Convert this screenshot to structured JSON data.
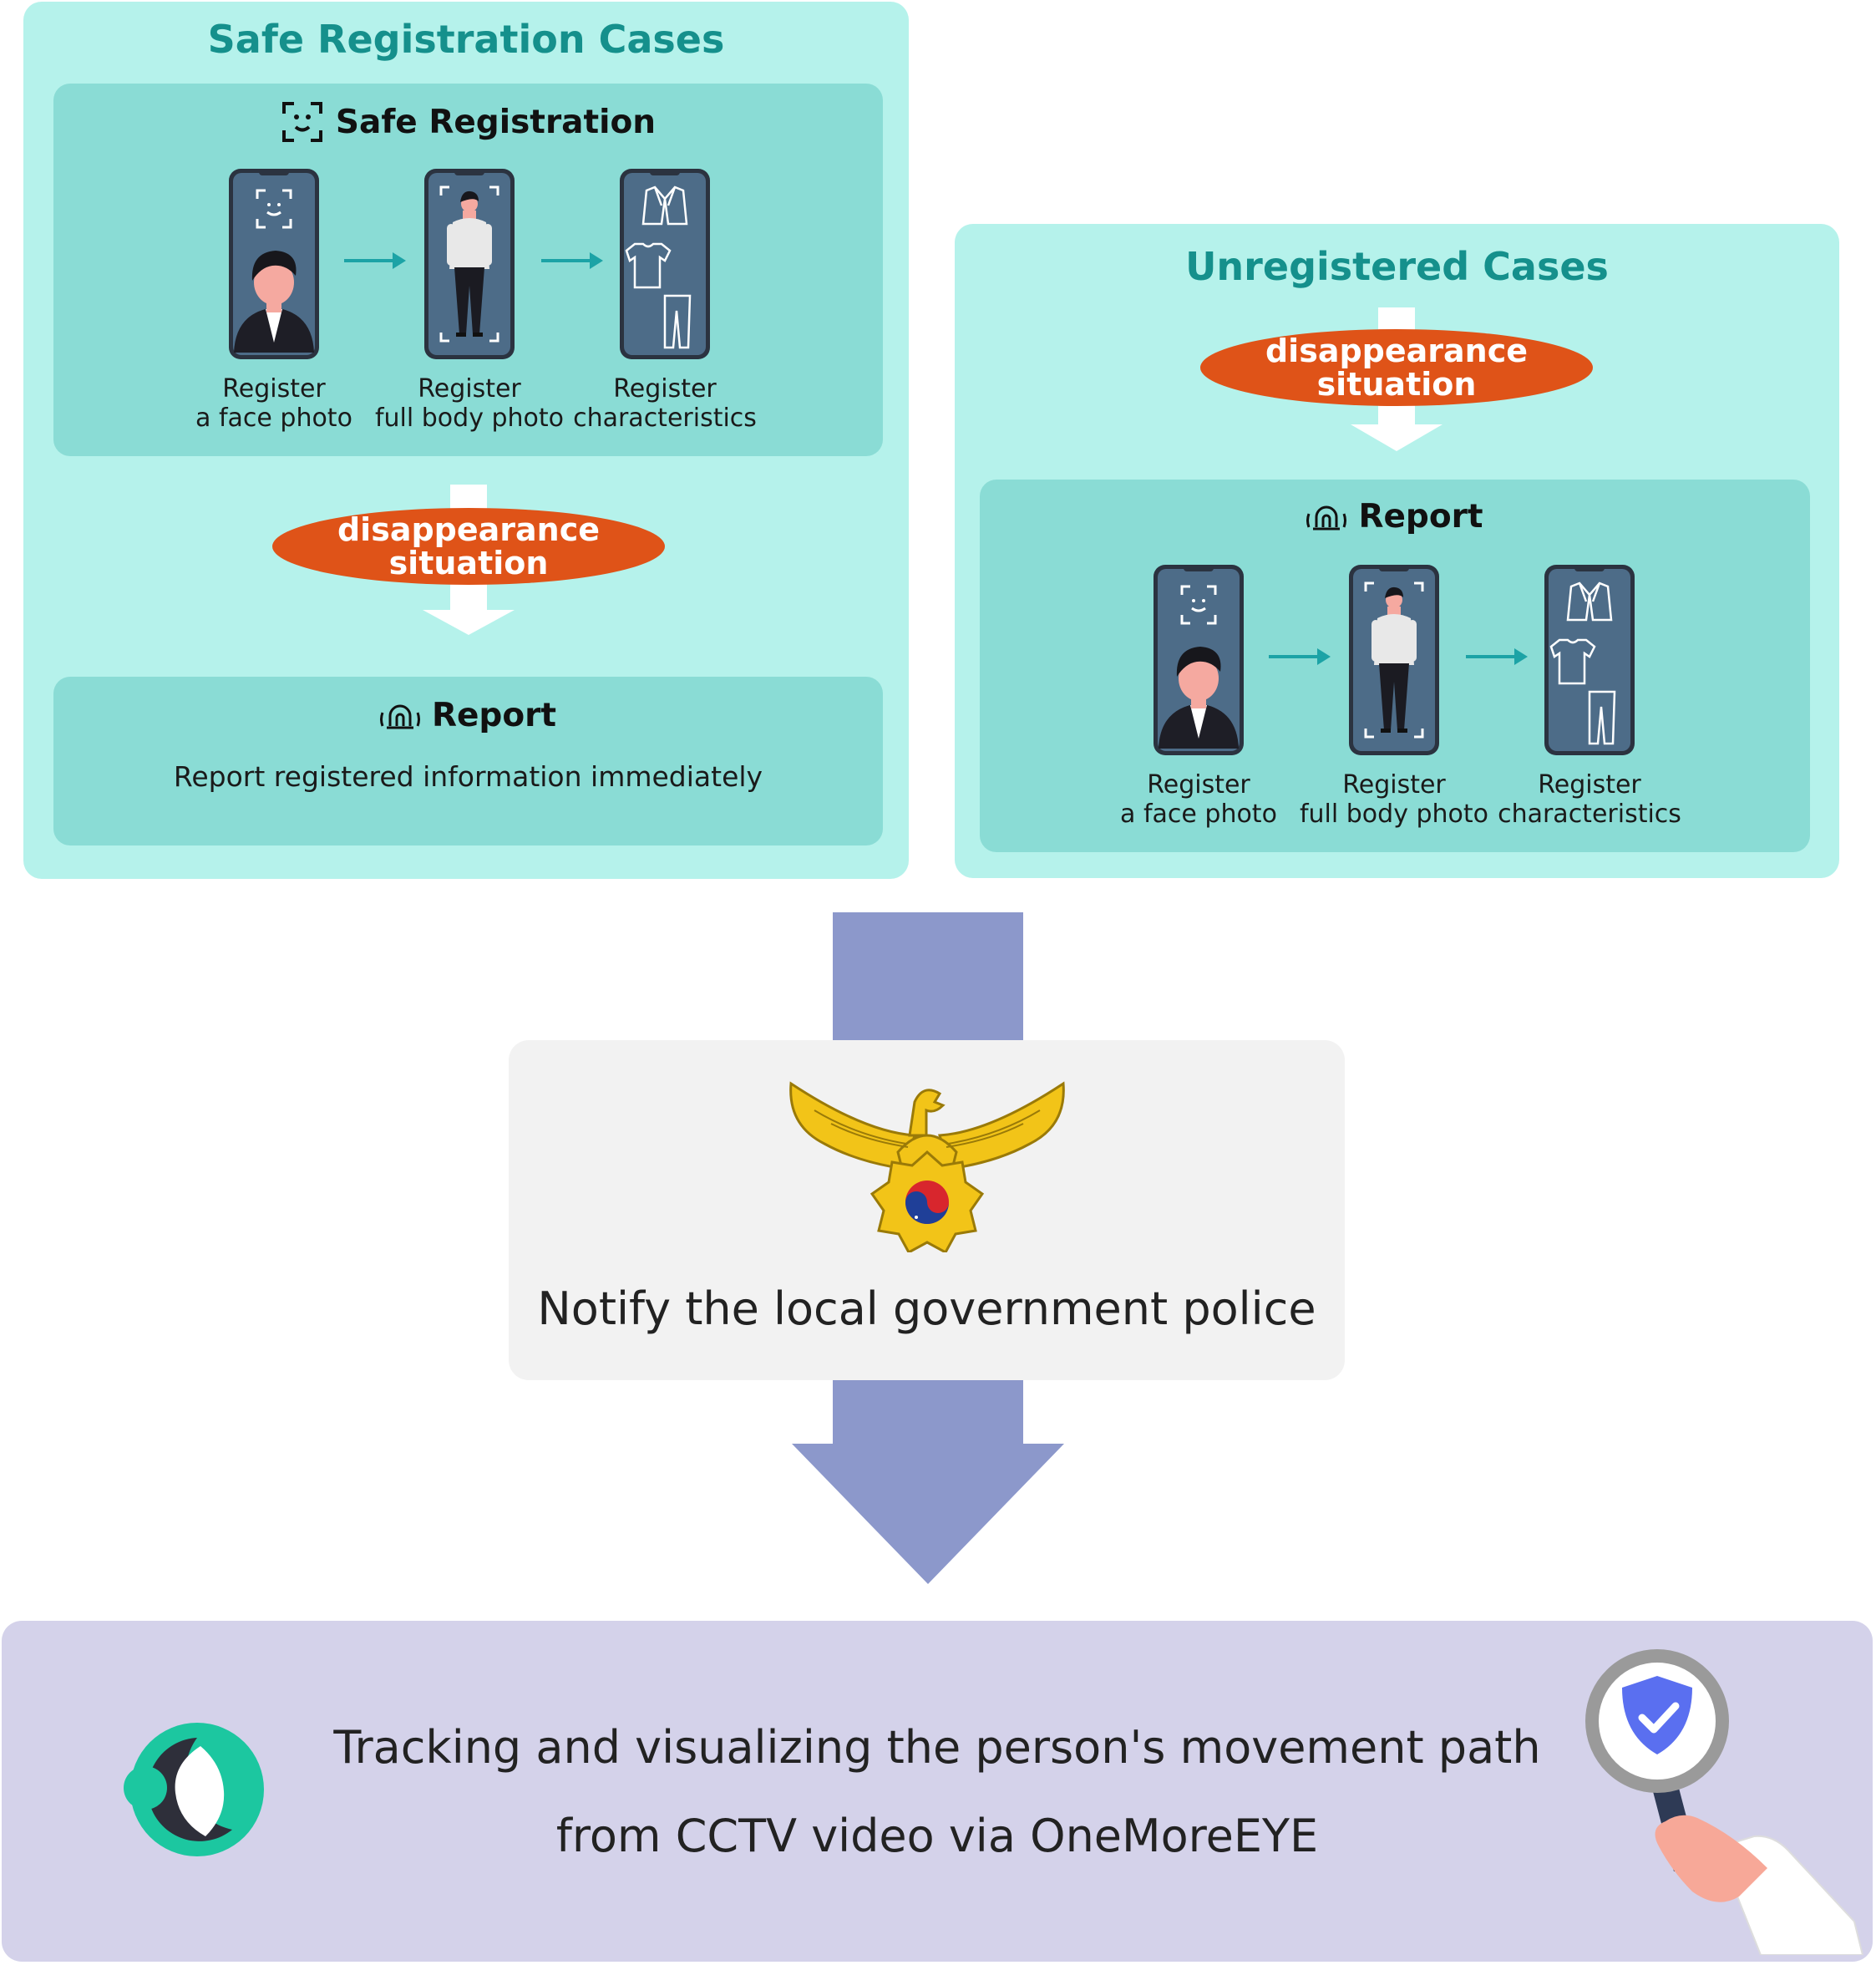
{
  "safe_panel": {
    "title": "Safe Registration Cases",
    "registration": {
      "title": "Safe Registration",
      "steps": [
        {
          "line1": "Register",
          "line2": "a face photo"
        },
        {
          "line1": "Register",
          "line2": "full body photo"
        },
        {
          "line1": "Register",
          "line2": "characteristics"
        }
      ]
    },
    "situation_label": "disappearance\nsituation",
    "report": {
      "title": "Report",
      "description": "Report registered information immediately"
    }
  },
  "unregistered_panel": {
    "title": "Unregistered Cases",
    "situation_label": "disappearance\nsituation",
    "report": {
      "title": "Report",
      "steps": [
        {
          "line1": "Register",
          "line2": "a face photo"
        },
        {
          "line1": "Register",
          "line2": "full body photo"
        },
        {
          "line1": "Register",
          "line2": "characteristics"
        }
      ]
    }
  },
  "police": {
    "text": "Notify the local government police",
    "emblem_icon": "police-eagle-emblem"
  },
  "tracking": {
    "line1": "Tracking and visualizing the person's movement path",
    "line2": "from CCTV video via OneMoreEYE",
    "logo_icon": "onemoreeye-logo",
    "search_icon": "magnifier-shield-check-icon"
  },
  "colors": {
    "panel_bg": "#b5f2eb",
    "inner_bg": "#8adcd5",
    "title_teal": "#15908c",
    "pill_orange": "#df5318",
    "flow_arrow_teal": "#1ca3a6",
    "big_arrow": "#8c98cb",
    "police_bg": "#f2f2f2",
    "bottom_bg": "#d4d2ea",
    "phone_screen": "#4d6c88"
  }
}
